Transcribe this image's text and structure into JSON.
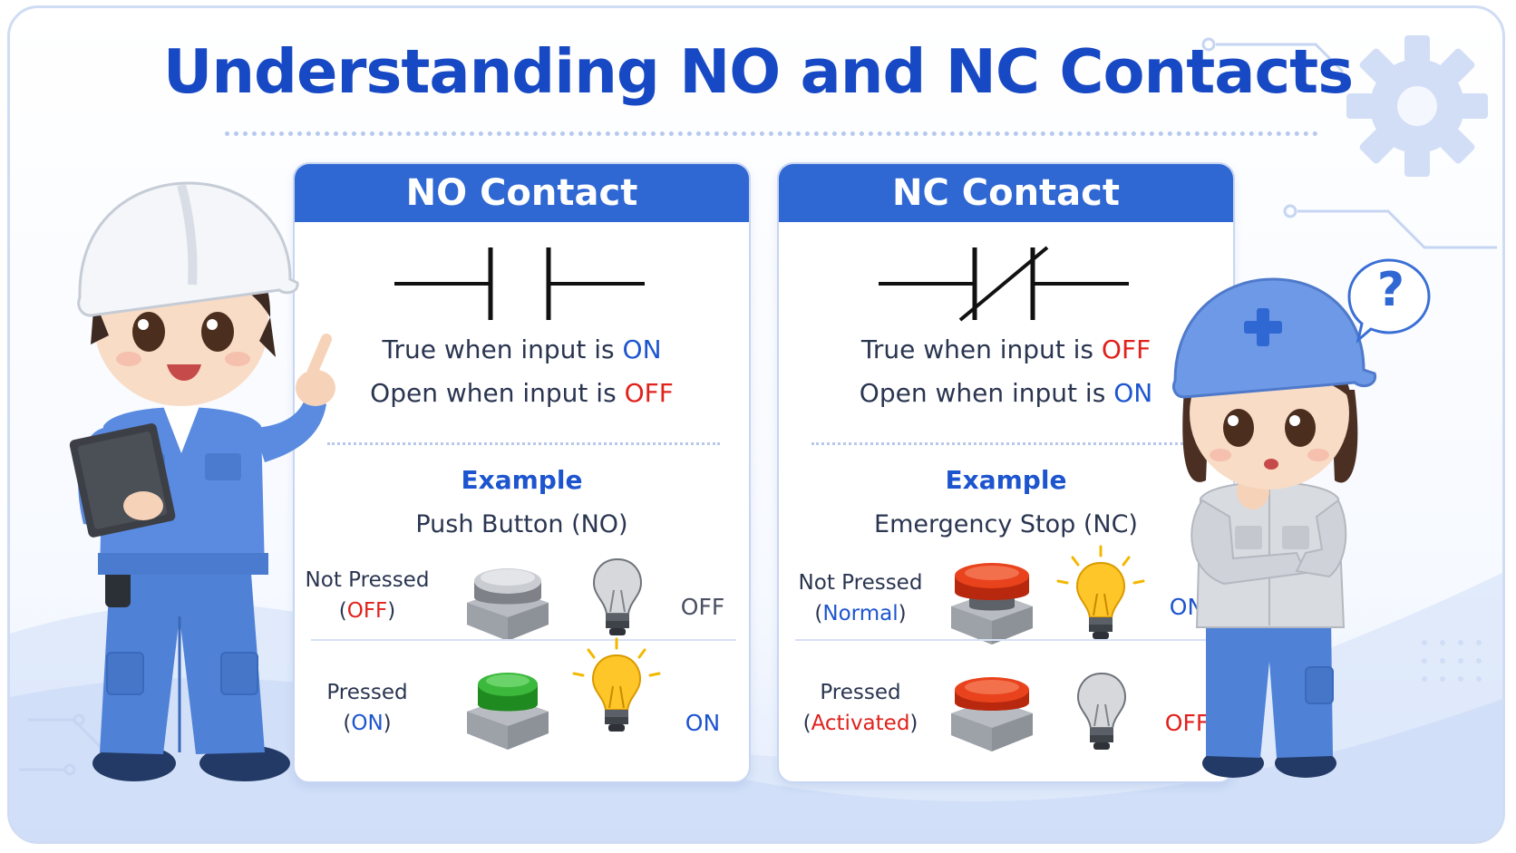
{
  "title": "Understanding NO and NC Contacts",
  "colors": {
    "accent": "#2f67d3",
    "title": "#1849c4",
    "on": "#1d55cf",
    "off": "#e0211c"
  },
  "no_card": {
    "header": "NO Contact",
    "line1_prefix": "True when input is ",
    "line1_state": "ON",
    "line2_prefix": "Open when input is ",
    "line2_state": "OFF",
    "example_label": "Example",
    "example_name": "Push Button (NO)",
    "rows": [
      {
        "label": "Not Pressed",
        "sub_open": "(",
        "sub": "OFF",
        "sub_close": ")",
        "button_color": "gray",
        "bulb": "off",
        "result": "OFF"
      },
      {
        "label": "Pressed",
        "sub_open": "(",
        "sub": "ON",
        "sub_close": ")",
        "button_color": "green",
        "bulb": "on",
        "result": "ON"
      }
    ]
  },
  "nc_card": {
    "header": "NC Contact",
    "line1_prefix": "True when input is ",
    "line1_state": "OFF",
    "line2_prefix": "Open when input is ",
    "line2_state": "ON",
    "example_label": "Example",
    "example_name": "Emergency Stop (NC)",
    "rows": [
      {
        "label": "Not Pressed",
        "sub_open": "(",
        "sub": "Normal",
        "sub_close": ")",
        "button_color": "red",
        "bulb": "on",
        "result": "ON"
      },
      {
        "label": "Pressed",
        "sub_open": "(",
        "sub": "Activated",
        "sub_close": ")",
        "button_color": "red",
        "bulb": "off",
        "result": "OFF"
      }
    ]
  },
  "question_mark": "?"
}
